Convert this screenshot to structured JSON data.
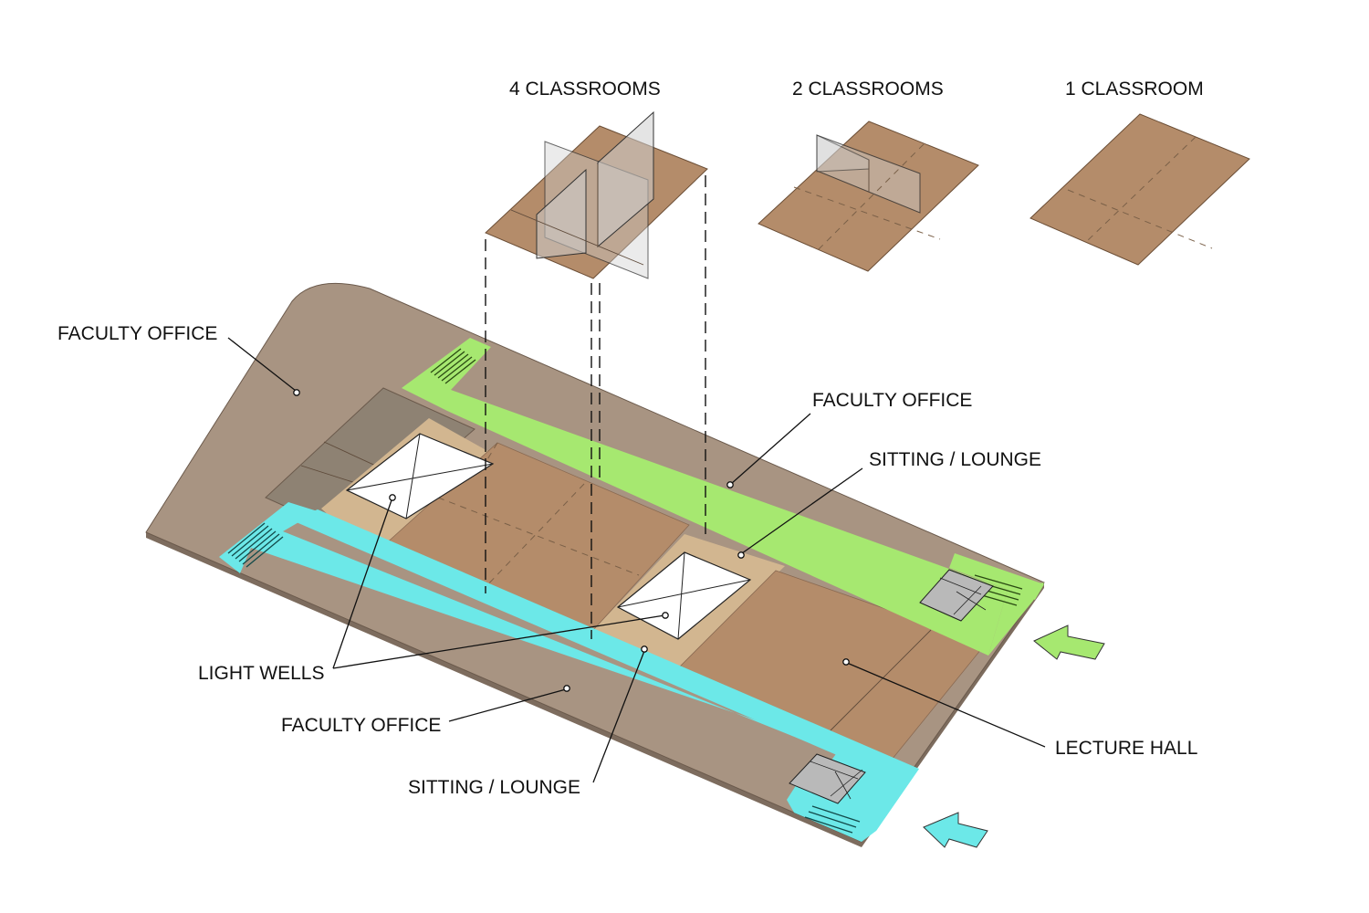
{
  "labels": {
    "four_classrooms": "4 CLASSROOMS",
    "two_classrooms": "2 CLASSROOMS",
    "one_classroom": "1 CLASSROOM",
    "faculty_office_left": "FACULTY OFFICE",
    "faculty_office_right": "FACULTY OFFICE",
    "faculty_office_bottom": "FACULTY OFFICE",
    "sitting_lounge_top": "SITTING / LOUNGE",
    "sitting_lounge_bottom": "SITTING / LOUNGE",
    "light_wells": "LIGHT WELLS",
    "lecture_hall": "LECTURE HALL"
  },
  "colors": {
    "faculty_office": "#a89482",
    "classroom": "#b48c6a",
    "lounge": "#d2b690",
    "corridor_green": "#a6e870",
    "corridor_cyan": "#6ce8e8",
    "light_well": "#ffffff",
    "dark_room": "#8e8273"
  },
  "icons": {
    "green_entry_arrow": "arrow-right-icon",
    "cyan_entry_arrow": "arrow-right-icon",
    "stairs": "stairs-icon",
    "elevator": "elevator-icon"
  }
}
